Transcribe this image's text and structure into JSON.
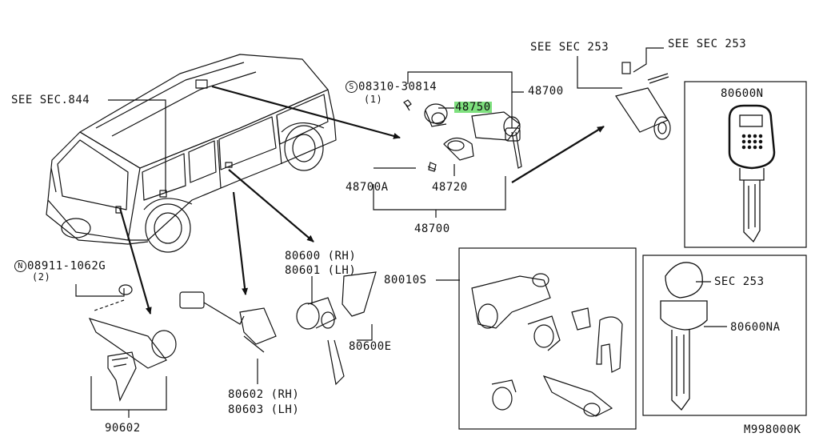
{
  "labels": {
    "see_sec_844": "SEE SEC.844",
    "see_sec_253_a": "SEE SEC 253",
    "see_sec_253_b": "SEE SEC 253",
    "part_08310": "08310-30814",
    "part_08310_qty": "(1)",
    "part_08310_prefix": "S",
    "part_48750": "48750",
    "part_48700_top": "48700",
    "part_48700a": "48700A",
    "part_48720": "48720",
    "part_48700_bottom": "48700",
    "part_80600n": "80600N",
    "part_08911": "08911-1062G",
    "part_08911_qty": "(2)",
    "part_08911_prefix": "N",
    "part_80600_rh": "80600 (RH)",
    "part_80601_lh": "80601 (LH)",
    "part_80010s": "80010S",
    "part_sec_253": "SEC 253",
    "part_80600e": "80600E",
    "part_80600na": "80600NA",
    "part_80602_rh": "80602 (RH)",
    "part_80603_lh": "80603 (LH)",
    "part_90602": "90602",
    "diagram_code": "M998000K"
  },
  "colors": {
    "line": "#111111",
    "highlight": "#7ee07e",
    "background": "#ffffff"
  },
  "icons": {
    "vehicle": "suv-outline-illustration",
    "key_fob": "key-with-keypad-illustration",
    "key_blank": "key-blank-illustration"
  }
}
